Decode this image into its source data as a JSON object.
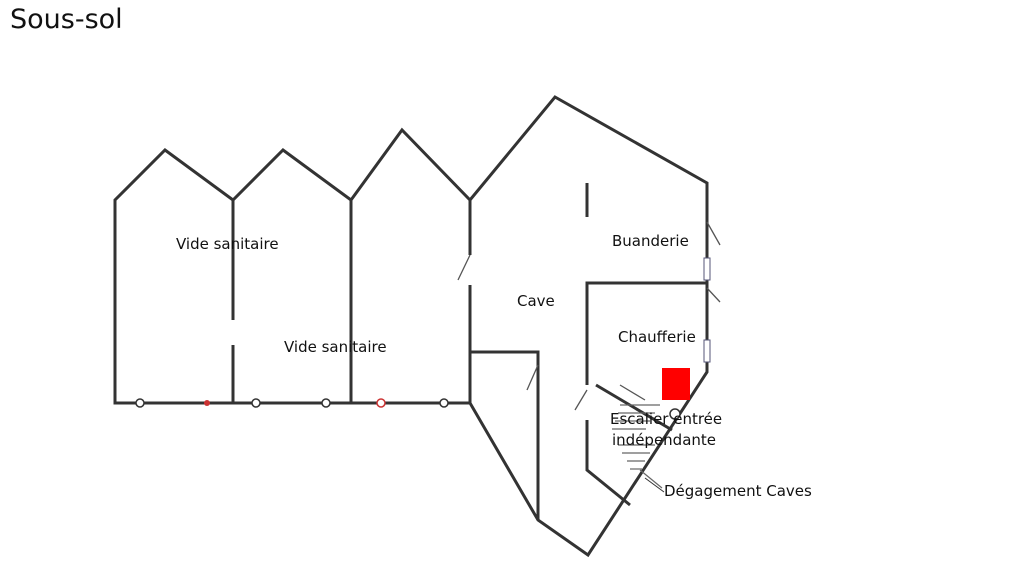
{
  "title": "Sous-sol",
  "rooms": {
    "vide_sanitaire_1": "Vide sanitaire",
    "vide_sanitaire_2": "Vide sanitaire",
    "cave": "Cave",
    "buanderie": "Buanderie",
    "chaufferie": "Chaufferie",
    "escalier_line1": "Escalier entrée",
    "escalier_line2": "indépendante",
    "degagement": "Dégagement Caves"
  },
  "colors": {
    "walls": "#333333",
    "boiler": "#ff0000"
  }
}
